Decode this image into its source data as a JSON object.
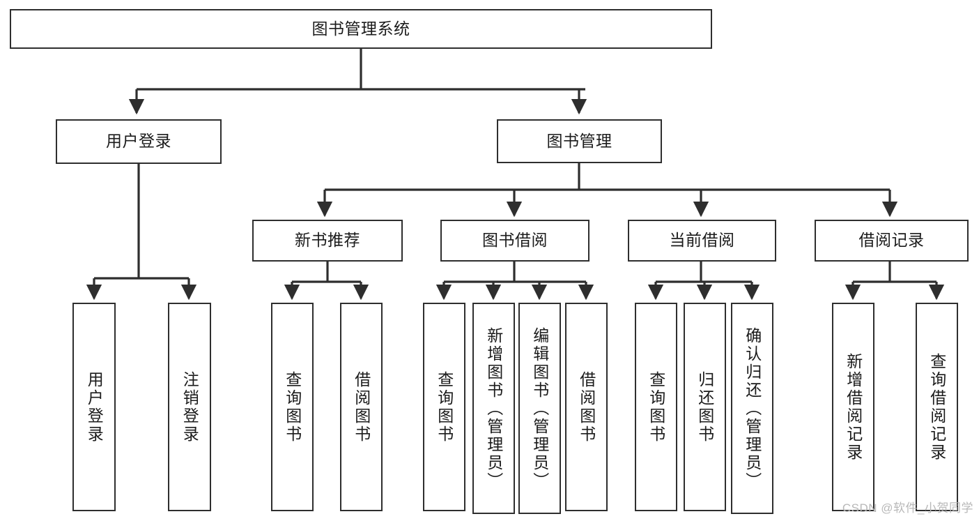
{
  "diagram": {
    "title_node": {
      "label": "图书管理系统"
    },
    "watermark": "CSDN @软件_小贺同学",
    "colors": {
      "stroke": "#2e2e2e",
      "fill": "#ffffff",
      "text": "#1b1b1b",
      "watermark": "#b8b8b8",
      "background": "#ffffff"
    },
    "level2": [
      {
        "label": "用户登录"
      },
      {
        "label": "图书管理"
      }
    ],
    "level3": [
      {
        "label": "新书推荐"
      },
      {
        "label": "图书借阅"
      },
      {
        "label": "当前借阅"
      },
      {
        "label": "借阅记录"
      }
    ],
    "leaves": [
      {
        "label": "用户登录"
      },
      {
        "label": "注销登录"
      },
      {
        "label": "查询图书"
      },
      {
        "label": "借阅图书"
      },
      {
        "label": "查询图书"
      },
      {
        "label": "新增图书（管理员）"
      },
      {
        "label": "编辑图书（管理员）"
      },
      {
        "label": "借阅图书"
      },
      {
        "label": "查询图书"
      },
      {
        "label": "归还图书"
      },
      {
        "label": "确认归还（管理员）"
      },
      {
        "label": "新增借阅记录"
      },
      {
        "label": "查询借阅记录"
      }
    ]
  }
}
